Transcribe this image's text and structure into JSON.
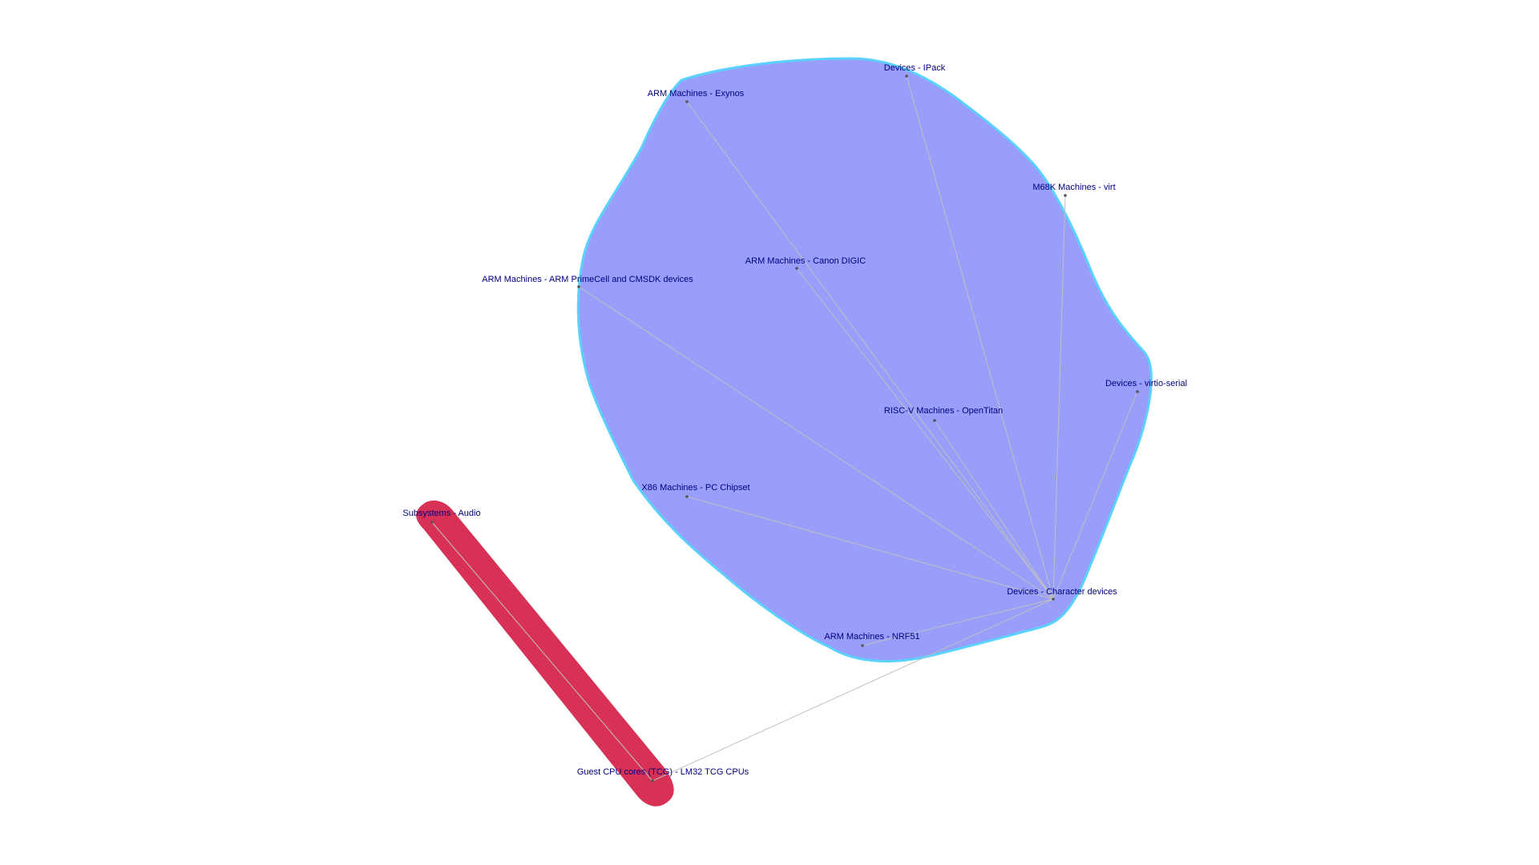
{
  "graph": {
    "label_color": "#000080",
    "edge_color": "#c0c0c0",
    "node_dot_color": "#555555",
    "clusters": [
      {
        "id": "cluster-blue",
        "fill": "#989efa",
        "stroke": "#5ad2ff"
      },
      {
        "id": "cluster-red",
        "fill": "#d73256",
        "stroke": "#d73256"
      }
    ],
    "nodes": [
      {
        "id": "devices-ipack",
        "label": "Devices - IPack",
        "cluster": "cluster-blue"
      },
      {
        "id": "arm-exynos",
        "label": "ARM Machines - Exynos",
        "cluster": "cluster-blue"
      },
      {
        "id": "m68k-virt",
        "label": "M68K Machines - virt",
        "cluster": "cluster-blue"
      },
      {
        "id": "arm-canon-digic",
        "label": "ARM Machines - Canon DIGIC",
        "cluster": "cluster-blue"
      },
      {
        "id": "arm-primecell",
        "label": "ARM Machines - ARM PrimeCell and CMSDK devices",
        "cluster": "cluster-blue"
      },
      {
        "id": "devices-virtio-serial",
        "label": "Devices - virtio-serial",
        "cluster": "cluster-blue"
      },
      {
        "id": "riscv-opentitan",
        "label": "RISC-V Machines - OpenTitan",
        "cluster": "cluster-blue"
      },
      {
        "id": "x86-pc-chipset",
        "label": "X86 Machines - PC Chipset",
        "cluster": "cluster-blue"
      },
      {
        "id": "subsystems-audio",
        "label": "Subsystems - Audio",
        "cluster": "cluster-red"
      },
      {
        "id": "devices-character",
        "label": "Devices - Character devices",
        "cluster": "cluster-blue"
      },
      {
        "id": "arm-nrf51",
        "label": "ARM Machines - NRF51",
        "cluster": "cluster-blue"
      },
      {
        "id": "guest-cpu-lm32",
        "label": "Guest CPU cores (TCG) - LM32 TCG CPUs",
        "cluster": "cluster-red"
      }
    ],
    "edges": [
      {
        "source": "devices-ipack",
        "target": "devices-character"
      },
      {
        "source": "arm-exynos",
        "target": "devices-character"
      },
      {
        "source": "m68k-virt",
        "target": "devices-character"
      },
      {
        "source": "arm-canon-digic",
        "target": "devices-character"
      },
      {
        "source": "arm-primecell",
        "target": "devices-character"
      },
      {
        "source": "devices-virtio-serial",
        "target": "devices-character"
      },
      {
        "source": "riscv-opentitan",
        "target": "devices-character"
      },
      {
        "source": "x86-pc-chipset",
        "target": "devices-character"
      },
      {
        "source": "arm-nrf51",
        "target": "devices-character"
      },
      {
        "source": "subsystems-audio",
        "target": "guest-cpu-lm32"
      },
      {
        "source": "guest-cpu-lm32",
        "target": "devices-character"
      }
    ]
  }
}
